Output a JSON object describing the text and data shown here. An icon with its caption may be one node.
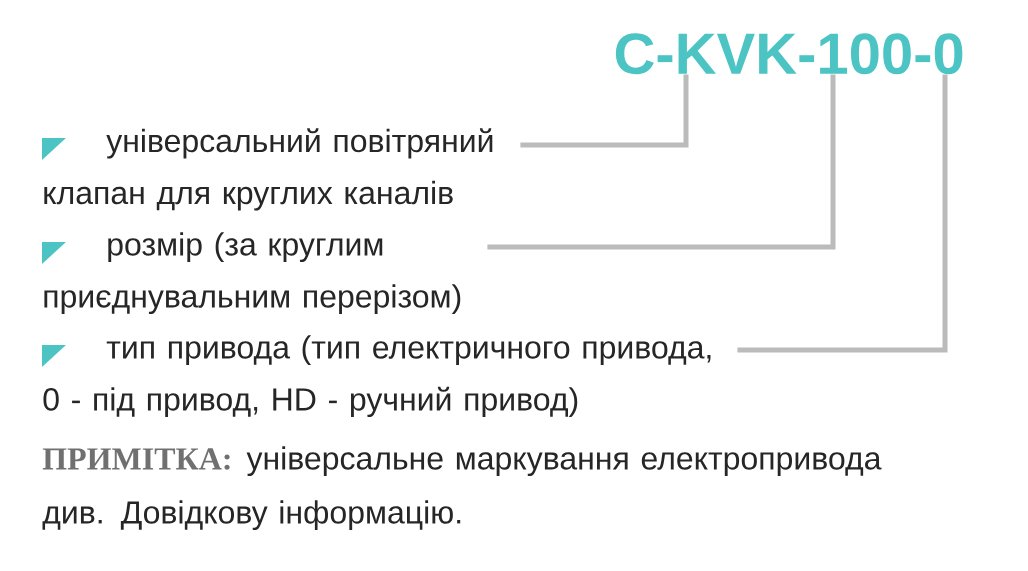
{
  "diagram": {
    "nodes": [
      {
        "text": [
          "універсальний повітряний клапан для круглих каналів"
        ]
      },
      {
        "text": [
          "розмір (за круглим приєднувальним перерізом)"
        ]
      },
      {
        "text": [
          "тип привода (тип електричного привода, 0 - під привод, HD - ручний привод)"
        ]
      },
      {
        "text": [
          "C-KVK-100-0"
        ]
      }
    ],
    "edges": [
      {
        "from": 0,
        "to": 3,
        "arrow": "none"
      },
      {
        "from": 1,
        "to": 3,
        "arrow": "none"
      },
      {
        "from": 2,
        "to": 3,
        "arrow": "none"
      }
    ],
    "labels": [
      "ПРИМІТКА:",
      "універсальне маркування електропривода див. Довідкову інформацію."
    ]
  }
}
